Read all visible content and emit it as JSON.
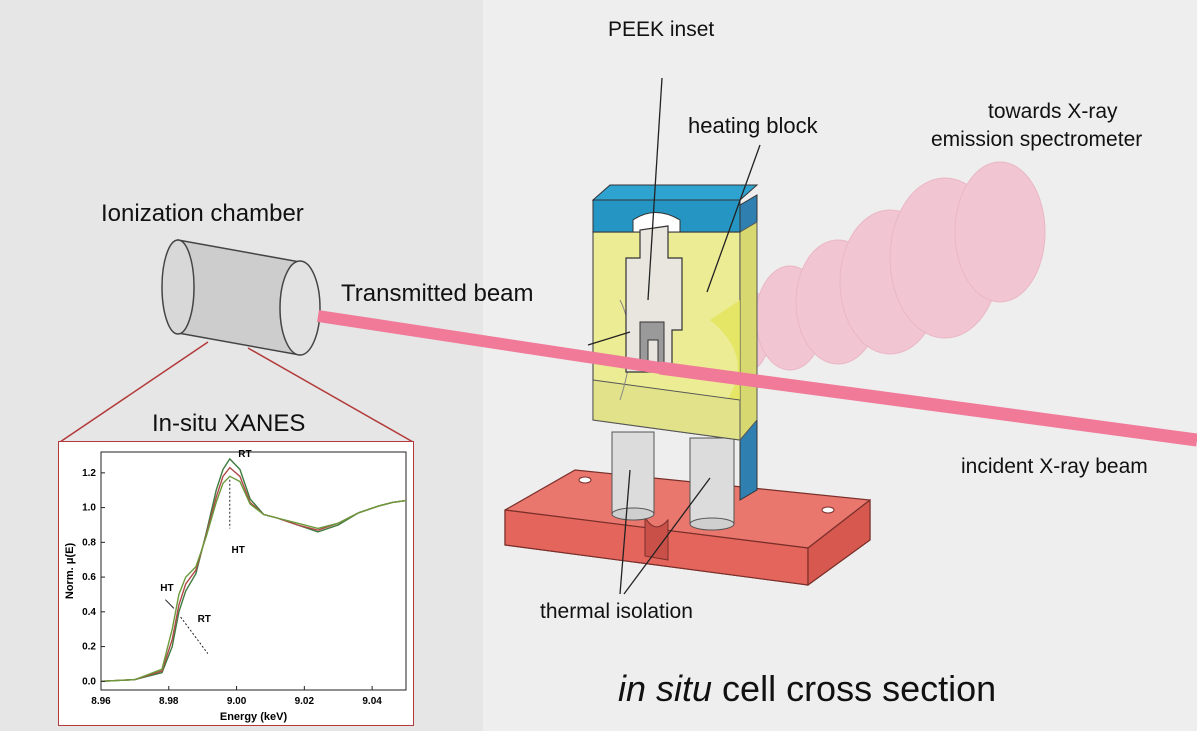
{
  "labels": {
    "ionization_chamber": "Ionization chamber",
    "transmitted_beam": "Transmitted beam",
    "peek_inset": "PEEK inset",
    "heating_block": "heating block",
    "towards_line1": "towards X-ray",
    "towards_line2": "emission spectrometer",
    "incident_beam": "incident X-ray beam",
    "thermal_isolation": "thermal isolation",
    "caption_italic": "in situ",
    "caption_rest": " cell cross section"
  },
  "colors": {
    "beam": "#f07a98",
    "emission_cone": "#f4a6bc",
    "top_cap": "#2596c4",
    "heating_block": "#ecec95",
    "peek": "#e8e6df",
    "base_plate": "#e9776e",
    "chamber": "#cfcfcf",
    "inset_frame": "#b33a3a"
  },
  "chart_data": {
    "type": "line",
    "title": "In-situ XANES",
    "xlabel": "Energy (keV)",
    "ylabel": "Norm. μ(E)",
    "xlim": [
      8.96,
      9.05
    ],
    "ylim": [
      -0.05,
      1.32
    ],
    "x_ticks": [
      "8.96",
      "8.98",
      "9.00",
      "9.02",
      "9.04"
    ],
    "y_ticks": [
      "0.0",
      "0.2",
      "0.4",
      "0.6",
      "0.8",
      "1.0",
      "1.2"
    ],
    "annotations": [
      "RT",
      "HT",
      "HT",
      "RT"
    ],
    "series": [
      {
        "x": [
          8.96,
          8.97,
          8.978,
          8.981,
          8.983,
          8.985,
          8.988,
          8.991,
          8.994,
          8.996,
          8.998,
          9.001,
          9.004,
          9.008,
          9.012,
          9.018,
          9.024,
          9.03,
          9.036,
          9.042,
          9.046,
          9.05
        ],
        "values": [
          0.0,
          0.01,
          0.05,
          0.2,
          0.4,
          0.52,
          0.62,
          0.85,
          1.1,
          1.22,
          1.28,
          1.22,
          1.05,
          0.96,
          0.94,
          0.9,
          0.86,
          0.9,
          0.97,
          1.01,
          1.03,
          1.04
        ]
      },
      {
        "x": [
          8.96,
          8.97,
          8.978,
          8.981,
          8.983,
          8.985,
          8.988,
          8.991,
          8.994,
          8.996,
          8.998,
          9.001,
          9.004,
          9.008,
          9.012,
          9.018,
          9.024,
          9.03,
          9.036,
          9.042,
          9.046,
          9.05
        ],
        "values": [
          0.0,
          0.01,
          0.06,
          0.24,
          0.44,
          0.56,
          0.64,
          0.84,
          1.06,
          1.18,
          1.23,
          1.18,
          1.03,
          0.96,
          0.94,
          0.9,
          0.87,
          0.91,
          0.97,
          1.01,
          1.03,
          1.04
        ]
      },
      {
        "x": [
          8.96,
          8.97,
          8.978,
          8.981,
          8.983,
          8.985,
          8.988,
          8.991,
          8.994,
          8.996,
          8.998,
          9.001,
          9.004,
          9.008,
          9.012,
          9.018,
          9.024,
          9.03,
          9.036,
          9.042,
          9.046,
          9.05
        ],
        "values": [
          0.0,
          0.01,
          0.07,
          0.3,
          0.5,
          0.6,
          0.66,
          0.83,
          1.03,
          1.14,
          1.18,
          1.15,
          1.02,
          0.96,
          0.94,
          0.91,
          0.88,
          0.91,
          0.97,
          1.01,
          1.03,
          1.04
        ]
      }
    ]
  }
}
